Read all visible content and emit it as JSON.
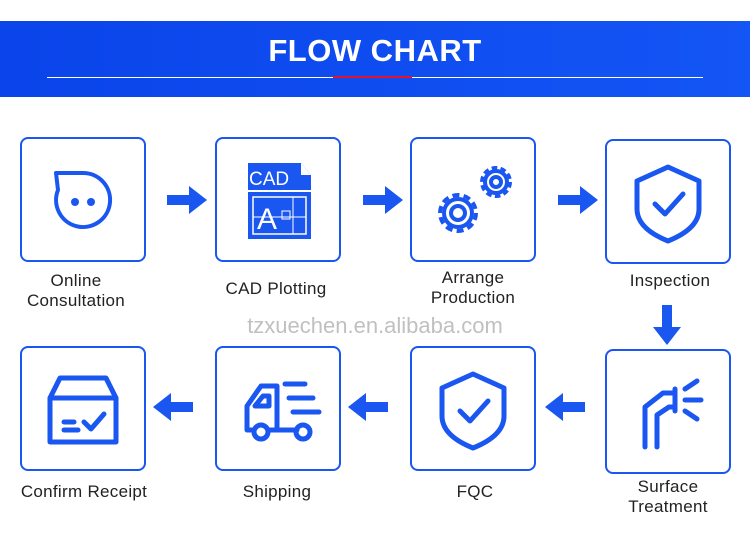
{
  "header": {
    "title": "FLOW CHART"
  },
  "watermark": "tzxuechen.en.alibaba.com",
  "steps": [
    {
      "label": "Online\nConsultation",
      "icon": "chat-face-icon"
    },
    {
      "label": "CAD Plotting",
      "icon": "cad-file-icon",
      "icon_text": "CAD"
    },
    {
      "label": "Arrange\nProduction",
      "icon": "gears-icon"
    },
    {
      "label": "Inspection",
      "icon": "shield-check-icon"
    },
    {
      "label": "Surface\nTreatment",
      "icon": "spray-pipe-icon"
    },
    {
      "label": "FQC",
      "icon": "shield-check-icon"
    },
    {
      "label": "Shipping",
      "icon": "delivery-truck-icon"
    },
    {
      "label": "Confirm Receipt",
      "icon": "package-check-icon"
    }
  ],
  "colors": {
    "primary": "#1a56f0",
    "accent": "#e8102a"
  }
}
